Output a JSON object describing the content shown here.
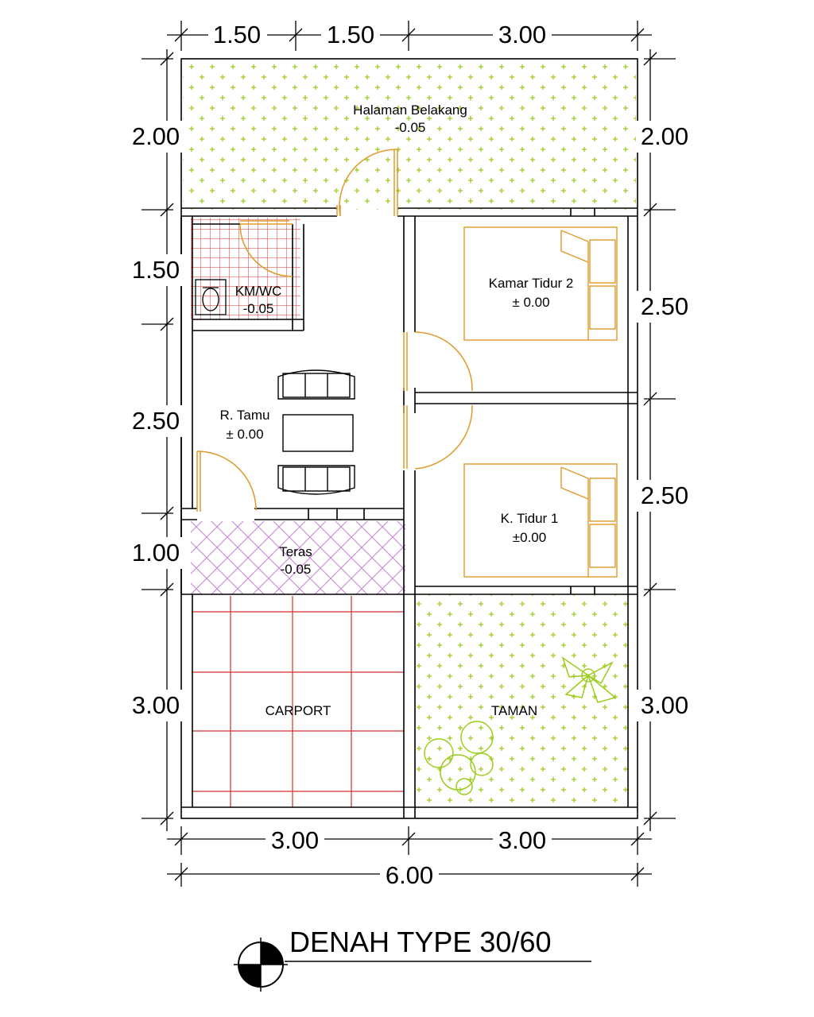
{
  "title": "DENAH TYPE 30/60",
  "dimensions": {
    "top": [
      "1.50",
      "1.50",
      "3.00"
    ],
    "left": [
      "2.00",
      "1.50",
      "2.50",
      "1.00",
      "3.00"
    ],
    "right": [
      "2.00",
      "2.50",
      "2.50",
      "3.00"
    ],
    "bottom": [
      "3.00",
      "3.00"
    ],
    "total": "6.00"
  },
  "rooms": {
    "halaman": {
      "name": "Halaman Belakang",
      "level": "-0.05"
    },
    "kmwc": {
      "name": "KM/WC",
      "level": "-0.05"
    },
    "kamar2": {
      "name": "Kamar Tidur 2",
      "level": "± 0.00"
    },
    "tamu": {
      "name": "R. Tamu",
      "level": "± 0.00"
    },
    "kamar1": {
      "name": "K. Tidur 1",
      "level": "±0.00"
    },
    "teras": {
      "name": "Teras",
      "level": "-0.05"
    },
    "carport": {
      "name": "CARPORT"
    },
    "taman": {
      "name": "TAMAN"
    }
  },
  "colors": {
    "wall": "#000000",
    "grass": "#9ccc1c",
    "tile_red": "#d43030",
    "lattice": "#c77fd6",
    "furniture": "#e09a2a"
  }
}
